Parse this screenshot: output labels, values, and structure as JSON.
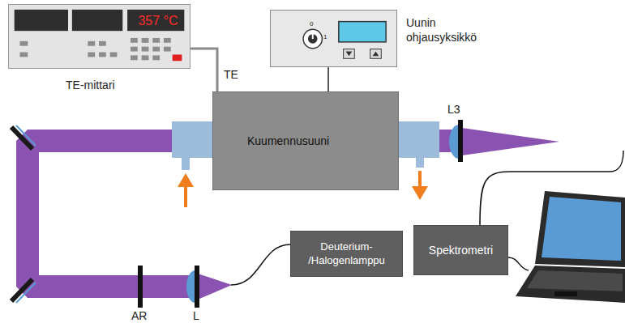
{
  "diagram": {
    "nodes": [
      {
        "text": [
          "357 °C",
          "TE-mittari"
        ]
      },
      {
        "text": [
          "Uunin ohjausyksikkö"
        ]
      },
      {
        "text": [
          "Kuumennusuuni"
        ]
      },
      {
        "text": [
          "Deuterium- /Halogenlamppu"
        ]
      },
      {
        "text": [
          "Spektrometri"
        ]
      }
    ],
    "edges": [
      {
        "from": 0,
        "to": 2,
        "label": "TE",
        "arrow": "none"
      },
      {
        "from": 1,
        "to": 2,
        "arrow": "none"
      }
    ],
    "labels": [
      "L3",
      "AR",
      "L",
      "0",
      "1"
    ]
  }
}
